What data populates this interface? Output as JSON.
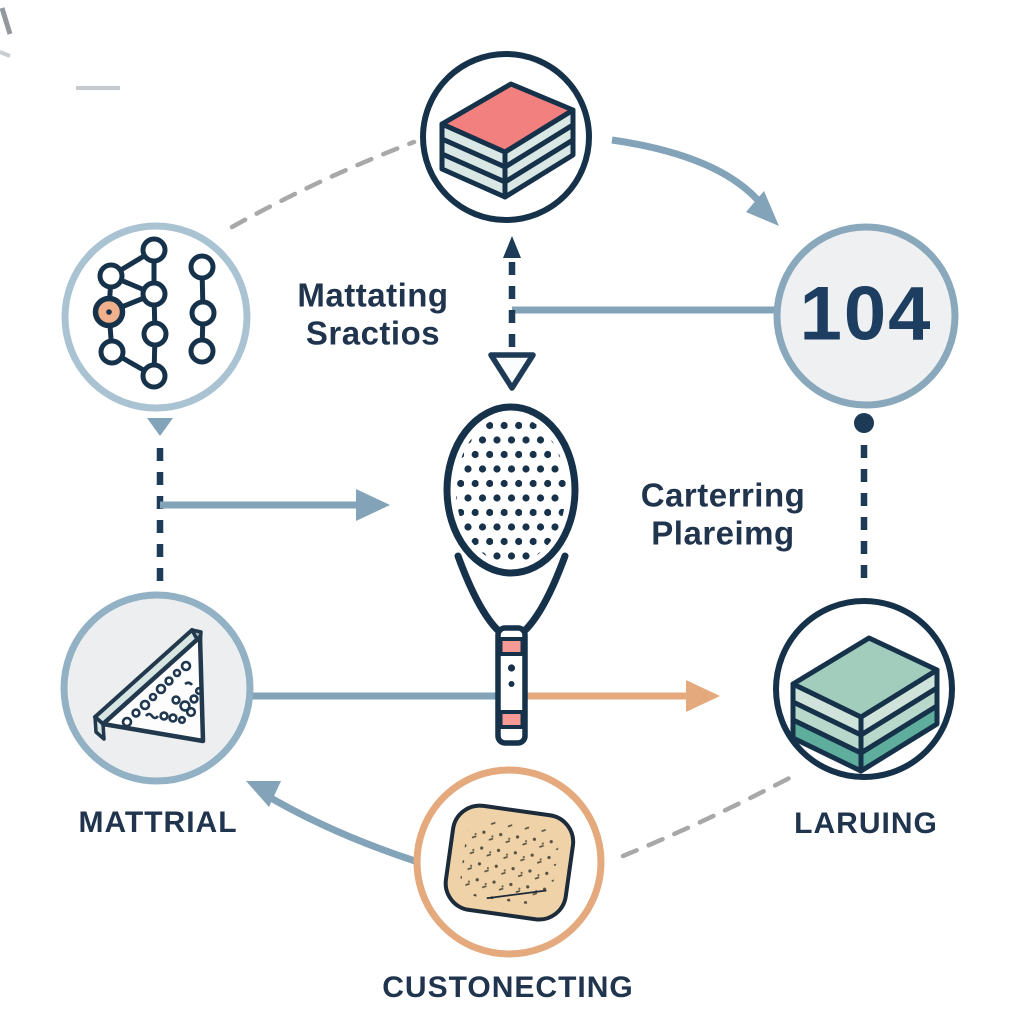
{
  "diagram": {
    "labels": {
      "matting_caption": "Mattating\nSractios",
      "centering_caption": "Carterring\nPlareimg",
      "material": "MATTRIAL",
      "layering": "LARUING",
      "connecting": "CUSTONECTING"
    },
    "nodes": {
      "top_right": {
        "value": "104"
      }
    },
    "icons": {
      "top_center": "layered-stack-red-icon",
      "upper_left": "network-graph-icon",
      "lower_left": "ramp-particles-icon",
      "lower_right": "layered-stack-green-icon",
      "bottom_center": "cracker-icon",
      "center": "tennis-racket-icon"
    },
    "colors": {
      "navy_outline": "#16324a",
      "text_navy": "#20344e",
      "count_navy": "#1d3e60",
      "blue_gray_arrow": "#83a3b9",
      "light_blue_border": "#a9c3d2",
      "mid_blue_border": "#93b1c4",
      "badge_border": "#8aa8bc",
      "light_gray_fill": "#eef0f2",
      "gray_dash": "#a8a8a8",
      "orange": "#e4a97d",
      "salmon_red": "#f1807e",
      "pale_teal": "#d9e8e4",
      "green_top": "#a2cdbd",
      "green_dark": "#5fae9d",
      "cracker_tan": "#f0d2a8",
      "node_orange": "#f0b08c",
      "pink_stripe": "#f59a94"
    }
  }
}
